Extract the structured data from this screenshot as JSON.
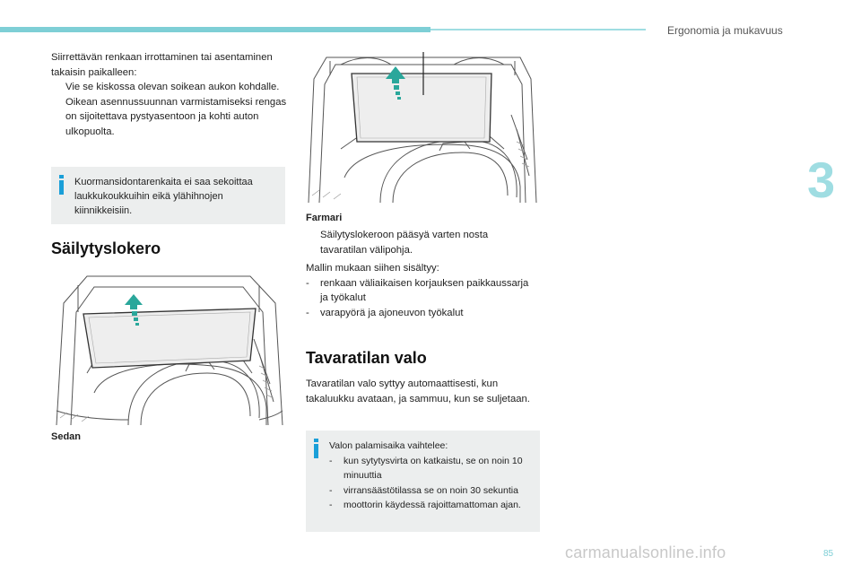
{
  "header": {
    "section_title": "Ergonomia ja mukavuus",
    "chapter_number": "3"
  },
  "footer": {
    "page_number": "85",
    "watermark": "carmanualsonline.info"
  },
  "spare_wheel": {
    "intro": "Siirrettävän renkaan irrottaminen tai asentaminen takaisin paikalleen:",
    "steps": [
      {
        "marker": "",
        "text": "Vie se kiskossa olevan soikean aukon kohdalle."
      },
      {
        "marker": "",
        "text": "Oikean asennussuunnan varmistamiseksi rengas on sijoitettava pystyasentoon ja kohti auton ulkopuolta."
      }
    ],
    "note": "Kuormansidontarenkaita ei saa sekoittaa laukkukoukkuihin eikä ylähihnojen kiinnikkeisiin."
  },
  "storage": {
    "title": "Säilytyslokero",
    "sedan_caption": "Sedan",
    "estate_caption": "Farmari",
    "estate_step": {
      "marker": "",
      "text": "Säilytyslokeroon pääsyä varten nosta tavaratilan välipohja."
    },
    "contents_intro": "Mallin mukaan siihen sisältyy:",
    "contents": [
      {
        "marker": "-",
        "text": "renkaan väliaikaisen korjauksen paikkaussarja ja työkalut"
      },
      {
        "marker": "-",
        "text": "varapyörä ja ajoneuvon työkalut"
      }
    ]
  },
  "boot_light": {
    "title": "Tavaratilan valo",
    "body": "Tavaratilan valo syttyy automaattisesti, kun takaluukku avataan, ja sammuu, kun se suljetaan.",
    "note_intro": "Valon palamisaika vaihtelee:",
    "note_items": [
      {
        "marker": "-",
        "text": "kun sytytysvirta on katkaistu, se on noin 10 minuuttia"
      },
      {
        "marker": "-",
        "text": "virransäästötilassa se on noin 30 sekuntia"
      },
      {
        "marker": "-",
        "text": "moottorin käydessä rajoittamattoman ajan."
      }
    ]
  },
  "colors": {
    "accent": "#7ecfd6",
    "info_icon": "#1a9fd8",
    "note_bg": "#eceeee",
    "arrow": "#2aa79b"
  }
}
